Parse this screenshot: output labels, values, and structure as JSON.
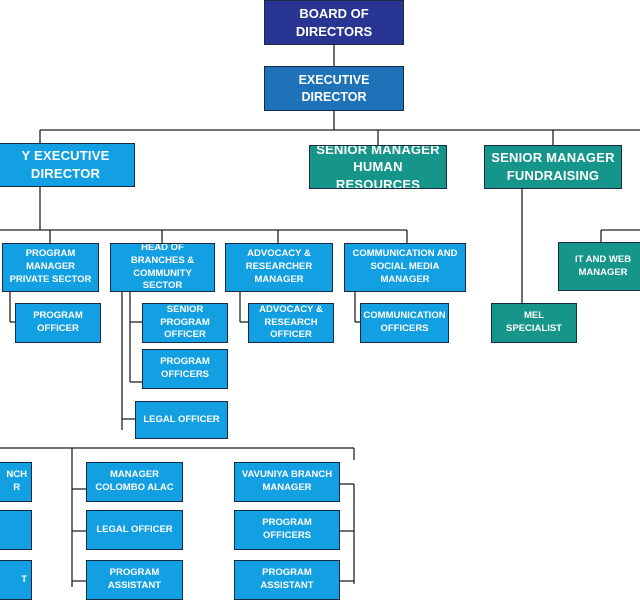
{
  "org": {
    "board": "BOARD OF DIRECTORS",
    "executive_director": "EXECUTIVE DIRECTOR",
    "deputy_executive_director": "Y EXECUTIVE DIRECTOR",
    "senior_manager_hr": "SENIOR MANAGER\nHUMAN RESOURCES",
    "senior_manager_fundraising": "SENIOR MANAGER\nFUNDRAISING",
    "program_manager_private_sector": "PROGRAM MANAGER\nPRIVATE SECTOR",
    "head_of_branches": "HEAD OF BRANCHES &\nCOMMUNITY SECTOR",
    "advocacy_manager": "ADVOCACY &\nRESEARCHER MANAGER",
    "communication_manager": "COMMUNICATION AND\nSOCIAL MEDIA MANAGER",
    "it_web_manager": "IT AND WEB\nMANAGER",
    "program_officer": "PROGRAM\nOFFICER",
    "senior_program_officer": "SENIOR\nPROGRAM OFFICER",
    "program_officers_hob": "PROGRAM\nOFFICERS",
    "legal_officer_hob": "LEGAL OFFICER",
    "advocacy_research_officer": "ADVOCACY &\nRESEARCH OFFICER",
    "communication_officers": "COMMUNICATION\nOFFICERS",
    "mel_specialist": "MEL\nSPECIALIST",
    "left_branch_manager_partial": "NCH\nR",
    "manager_colombo_alac": "MANAGER\nCOLOMBO ALAC",
    "legal_officer_colombo": "LEGAL OFFICER",
    "program_assistant_colombo": "PROGRAM\nASSISTANT",
    "vavuniya_branch_manager": "VAVUNIYA BRANCH\nMANAGER",
    "program_officers_vavuniya": "PROGRAM\nOFFICERS",
    "program_assistant_vavuniya": "PROGRAM\nASSISTANT",
    "left_partial_3": "T"
  },
  "colors": {
    "navy": "#283593",
    "mid_blue": "#1e72b8",
    "light_blue": "#13a0e3",
    "teal": "#16968a",
    "connector": "#222222"
  }
}
